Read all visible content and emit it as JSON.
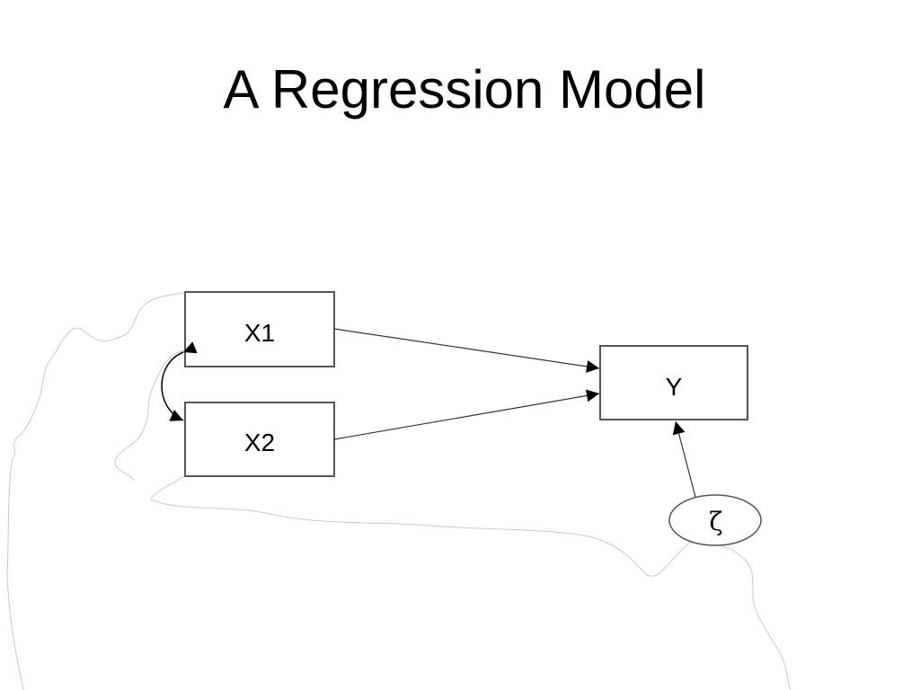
{
  "slide": {
    "title": "A Regression Model"
  },
  "diagram": {
    "nodes": {
      "x1": "X1",
      "x2": "X2",
      "y": "Y",
      "zeta": "ζ"
    },
    "colors": {
      "line": "#333333",
      "box_border": "#555555",
      "outline": "#c8c8c8"
    }
  }
}
